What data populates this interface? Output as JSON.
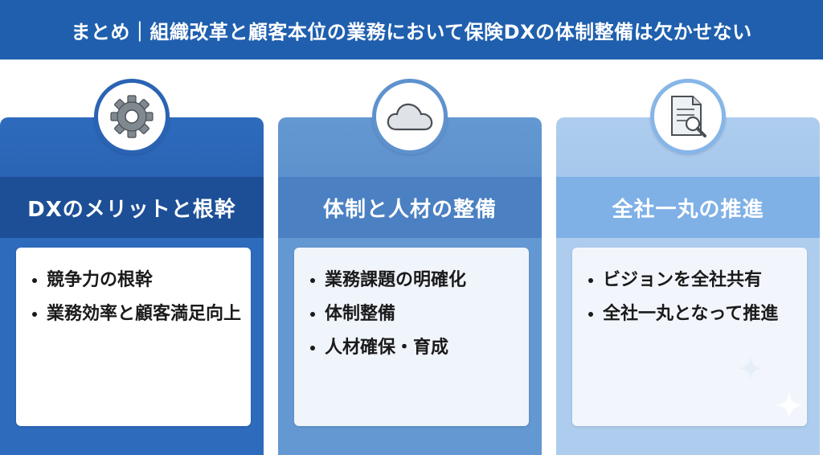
{
  "banner": {
    "title": "まとめ｜組織改革と顧客本位の業務において保険DXの体制整備は欠かせない"
  },
  "cards": [
    {
      "title": "DXのメリットと根幹",
      "icon": "gear-icon",
      "items": [
        "競争力の根幹",
        "業務効率と顧客満足向上"
      ]
    },
    {
      "title": "体制と人材の整備",
      "icon": "cloud-icon",
      "items": [
        "業務課題の明確化",
        "体制整備",
        "人材確保・育成"
      ]
    },
    {
      "title": "全社一丸の推進",
      "icon": "document-search-icon",
      "items": [
        "ビジョンを全社共有",
        "全社一丸となって推進"
      ]
    }
  ],
  "colors": {
    "banner": "#1f5fae",
    "card1_top": "#2e6bbd",
    "card1_band": "#1d4f96",
    "card2_top": "#6498d2",
    "card2_band": "#4b80c2",
    "card3_top": "#aecdee",
    "card3_band": "#7fb0e6"
  }
}
